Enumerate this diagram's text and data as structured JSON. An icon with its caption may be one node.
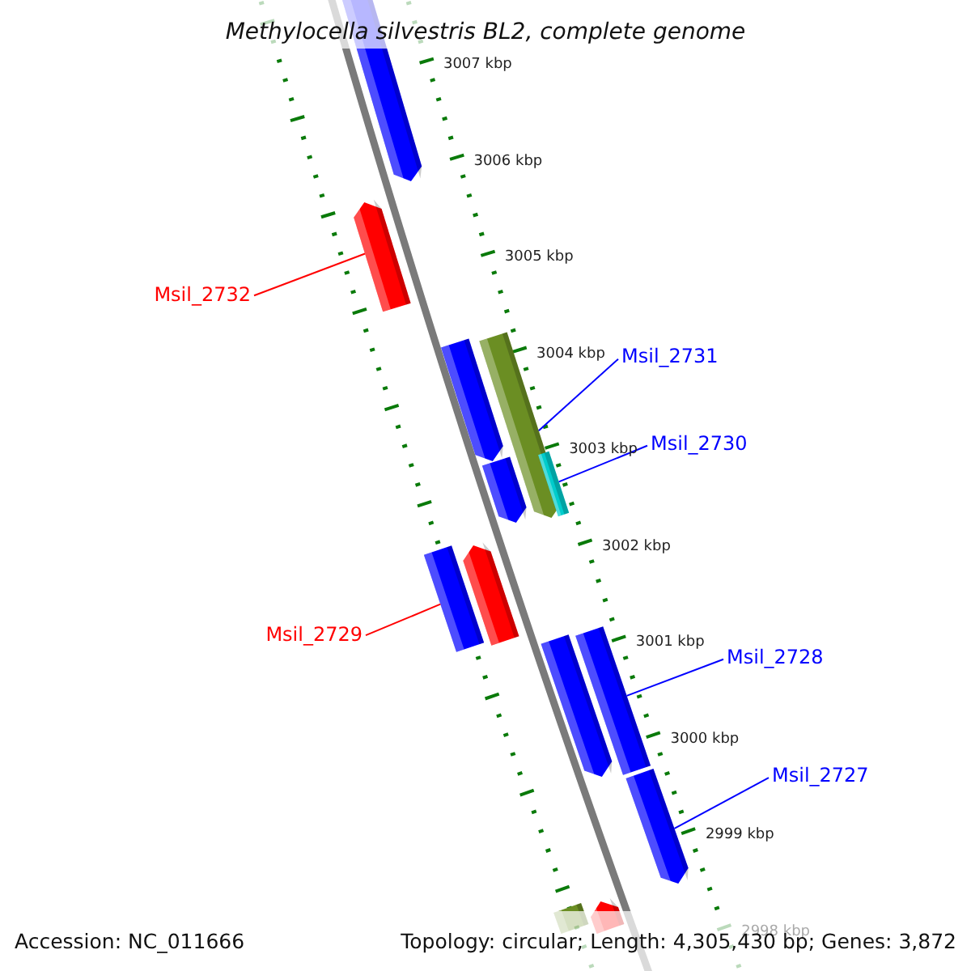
{
  "diagram": {
    "title": "Methylocella silvestris BL2, complete genome",
    "nodes": [
      {
        "text": [],
        "shape": "bar"
      },
      {
        "text": [
          "Msil_2732"
        ]
      },
      {
        "text": [],
        "shape": "bar"
      },
      {
        "text": [
          "Msil_2731"
        ]
      },
      {
        "text": [],
        "shape": "bar"
      },
      {
        "text": [],
        "shape": "bar"
      },
      {
        "text": [
          "Msil_2730"
        ]
      },
      {
        "text": [],
        "shape": "bar"
      },
      {
        "text": [],
        "shape": "bar"
      },
      {
        "text": [
          "Msil_2729"
        ]
      },
      {
        "text": [],
        "shape": "bar"
      },
      {
        "text": [],
        "shape": "bar"
      },
      {
        "text": [
          "Msil_2728"
        ]
      },
      {
        "text": [],
        "shape": "bar"
      },
      {
        "text": [],
        "shape": "bar"
      },
      {
        "text": [
          "Msil_2727"
        ]
      },
      {
        "text": [],
        "shape": "bar"
      },
      {
        "text": [],
        "shape": "bar"
      },
      {
        "text": [],
        "shape": "bar"
      }
    ],
    "edges": [
      {
        "from": 1,
        "to": 2,
        "arrow": "none",
        "color": "#ff0000"
      },
      {
        "from": 3,
        "to": 5,
        "arrow": "none"
      },
      {
        "from": 6,
        "to": 7,
        "arrow": "none"
      },
      {
        "from": 9,
        "to": 10,
        "arrow": "none",
        "color": "#ff0000"
      },
      {
        "from": 12,
        "to": 14,
        "arrow": "none"
      },
      {
        "from": 15,
        "to": 16,
        "arrow": "none"
      }
    ],
    "labels": [
      "3007 kbp",
      "3006 kbp",
      "3005 kbp",
      "3004 kbp",
      "3003 kbp",
      "3002 kbp",
      "3001 kbp",
      "3000 kbp",
      "2999 kbp",
      "2998 kbp",
      "Accession: NC_011666",
      "Topology: circular; Length: 4,305,430 bp; Genes: 3,872"
    ]
  }
}
